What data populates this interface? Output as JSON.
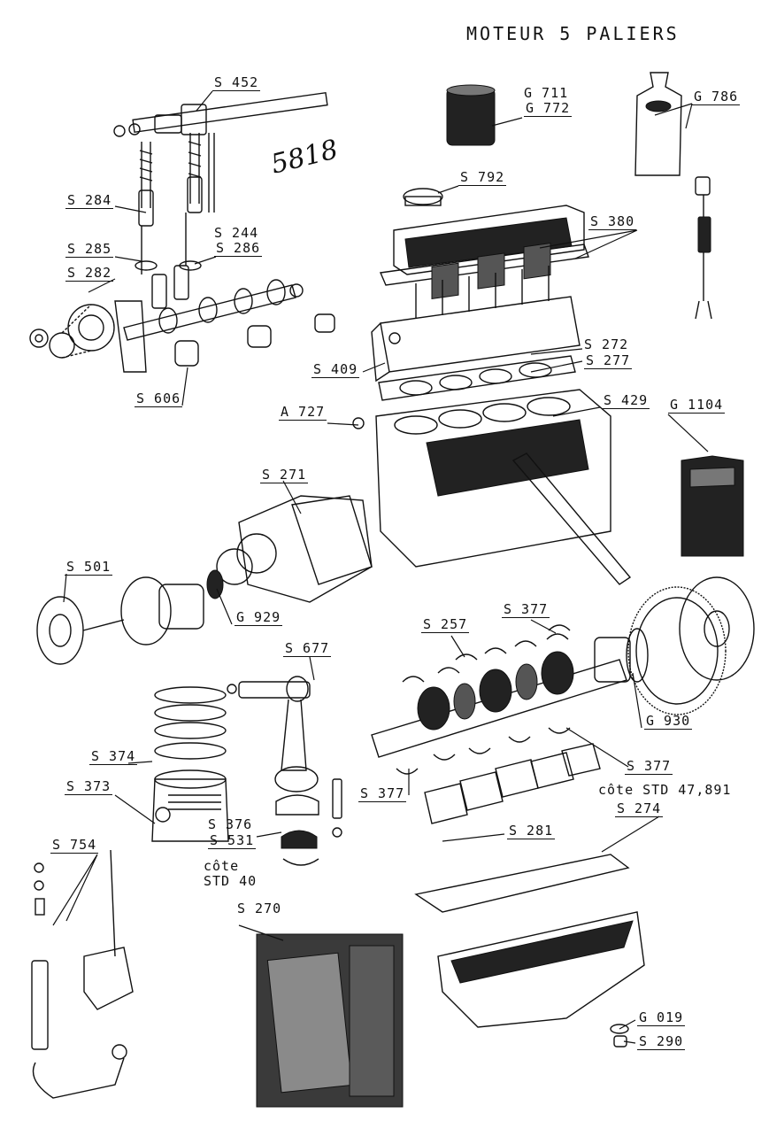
{
  "title": "MOTEUR 5 PALIERS",
  "handwritten_note": "5818",
  "part_labels": {
    "s452": "S 452",
    "g711": "G 711",
    "g772": "G 772",
    "g786": "G 786",
    "s792": "S 792",
    "s284": "S 284",
    "s244": "S 244",
    "s286": "S 286",
    "s285": "S 285",
    "s380": "S 380",
    "s282": "S 282",
    "s272": "S 272",
    "s277": "S 277",
    "s409": "S 409",
    "s606": "S 606",
    "s429": "S 429",
    "g1104": "G 1104",
    "a727": "A 727",
    "s271": "S 271",
    "s501": "S 501",
    "g929": "G 929",
    "s377a": "S 377",
    "s257": "S 257",
    "s677": "S 677",
    "g930": "G 930",
    "s374": "S 374",
    "s377b": "S 377",
    "s373": "S 373",
    "s377c": "S 377",
    "s274": "S 274",
    "s376": "S 376",
    "s531": "S 531",
    "s281": "S 281",
    "s754": "S 754",
    "s270": "S 270",
    "g019": "G 019",
    "s290": "S 290"
  },
  "annotations": {
    "cote_std_crank": "côte STD 47,891",
    "cote_word": "côte",
    "std40": "STD 40"
  }
}
